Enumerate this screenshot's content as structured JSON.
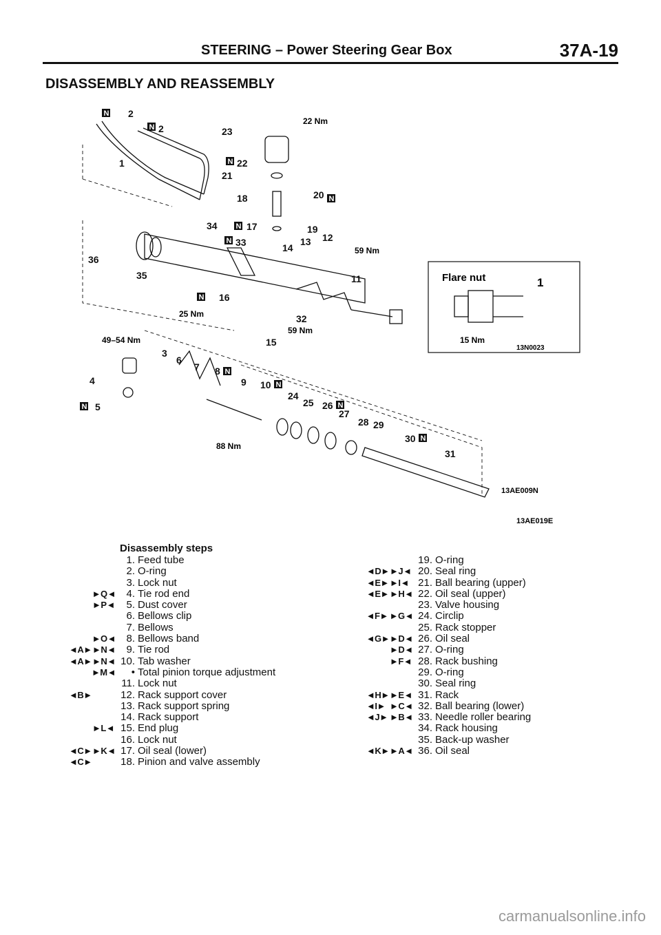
{
  "header": {
    "title": "STEERING",
    "separator": "–",
    "subtitle": "Power Steering Gear Box",
    "page_number": "37A-19"
  },
  "section_title": "DISASSEMBLY AND REASSEMBLY",
  "diagram": {
    "inset_title": "Flare nut",
    "inset_label": "1",
    "inset_torque": "15 Nm",
    "inset_code": "13N0023",
    "main_code": "13AE009N",
    "figure_code": "13AE019E",
    "torques": [
      "22 Nm",
      "59 Nm",
      "25 Nm",
      "59 Nm",
      "49–54 Nm",
      "88 Nm"
    ],
    "new_part_icon": "N"
  },
  "steps_title": "Disassembly steps",
  "left_steps": [
    {
      "m1": "",
      "m2": "",
      "num": "1.",
      "text": "Feed tube"
    },
    {
      "m1": "",
      "m2": "",
      "num": "2.",
      "text": "O-ring"
    },
    {
      "m1": "",
      "m2": "",
      "num": "3.",
      "text": "Lock nut"
    },
    {
      "m1": "",
      "m2": "►Q◄",
      "num": "4.",
      "text": "Tie rod end"
    },
    {
      "m1": "",
      "m2": "►P◄",
      "num": "5.",
      "text": "Dust cover"
    },
    {
      "m1": "",
      "m2": "",
      "num": "6.",
      "text": "Bellows clip"
    },
    {
      "m1": "",
      "m2": "",
      "num": "7.",
      "text": "Bellows"
    },
    {
      "m1": "",
      "m2": "►O◄",
      "num": "8.",
      "text": "Bellows band"
    },
    {
      "m1": "◄A►",
      "m2": "►N◄",
      "num": "9.",
      "text": "Tie rod"
    },
    {
      "m1": "◄A►",
      "m2": "►N◄",
      "num": "10.",
      "text": "Tab washer"
    },
    {
      "m1": "",
      "m2": "►M◄",
      "num": "•",
      "text": "Total pinion torque adjustment"
    },
    {
      "m1": "",
      "m2": "",
      "num": "11.",
      "text": "Lock nut"
    },
    {
      "m1": "◄B►",
      "m2": "",
      "num": "12.",
      "text": "Rack support cover"
    },
    {
      "m1": "",
      "m2": "",
      "num": "13.",
      "text": "Rack support spring"
    },
    {
      "m1": "",
      "m2": "",
      "num": "14.",
      "text": "Rack support"
    },
    {
      "m1": "",
      "m2": "►L◄",
      "num": "15.",
      "text": "End plug"
    },
    {
      "m1": "",
      "m2": "",
      "num": "16.",
      "text": "Lock nut"
    },
    {
      "m1": "◄C►",
      "m2": "►K◄",
      "num": "17.",
      "text": "Oil seal (lower)"
    },
    {
      "m1": "◄C►",
      "m2": "",
      "num": "18.",
      "text": "Pinion and valve assembly"
    }
  ],
  "right_steps": [
    {
      "m1": "",
      "m2": "",
      "num": "19.",
      "text": "O-ring"
    },
    {
      "m1": "◄D►",
      "m2": "►J◄",
      "num": "20.",
      "text": "Seal ring"
    },
    {
      "m1": "◄E►",
      "m2": "►I◄",
      "num": "21.",
      "text": "Ball bearing (upper)"
    },
    {
      "m1": "◄E►",
      "m2": "►H◄",
      "num": "22.",
      "text": "Oil seal (upper)"
    },
    {
      "m1": "",
      "m2": "",
      "num": "23.",
      "text": "Valve housing"
    },
    {
      "m1": "◄F►",
      "m2": "►G◄",
      "num": "24.",
      "text": "Circlip"
    },
    {
      "m1": "",
      "m2": "",
      "num": "25.",
      "text": "Rack stopper"
    },
    {
      "m1": "◄G►",
      "m2": "►D◄",
      "num": "26.",
      "text": "Oil seal"
    },
    {
      "m1": "",
      "m2": "►D◄",
      "num": "27.",
      "text": "O-ring"
    },
    {
      "m1": "",
      "m2": "►F◄",
      "num": "28.",
      "text": "Rack bushing"
    },
    {
      "m1": "",
      "m2": "",
      "num": "29.",
      "text": "O-ring"
    },
    {
      "m1": "",
      "m2": "",
      "num": "30.",
      "text": "Seal ring"
    },
    {
      "m1": "◄H►",
      "m2": "►E◄",
      "num": "31.",
      "text": "Rack"
    },
    {
      "m1": "◄I►",
      "m2": "►C◄",
      "num": "32.",
      "text": "Ball bearing (lower)"
    },
    {
      "m1": "◄J►",
      "m2": "►B◄",
      "num": "33.",
      "text": "Needle roller bearing"
    },
    {
      "m1": "",
      "m2": "",
      "num": "34.",
      "text": "Rack housing"
    },
    {
      "m1": "",
      "m2": "",
      "num": "35.",
      "text": "Back-up washer"
    },
    {
      "m1": "◄K►",
      "m2": "►A◄",
      "num": "36.",
      "text": "Oil seal"
    }
  ],
  "watermark": "carmanualsonline.info"
}
